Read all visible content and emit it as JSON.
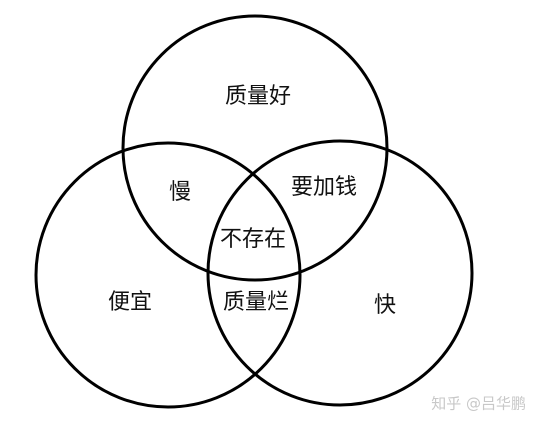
{
  "diagram": {
    "regions": {
      "quality_good": "质量好",
      "slow": "慢",
      "costs_more": "要加钱",
      "does_not_exist": "不存在",
      "cheap": "便宜",
      "quality_bad": "质量烂",
      "fast": "快"
    },
    "watermark": "知乎 @吕华鹏",
    "colors": {
      "stroke": "#000000",
      "text": "#111111",
      "watermark": "#c8c8c8",
      "background": "#ffffff"
    }
  }
}
